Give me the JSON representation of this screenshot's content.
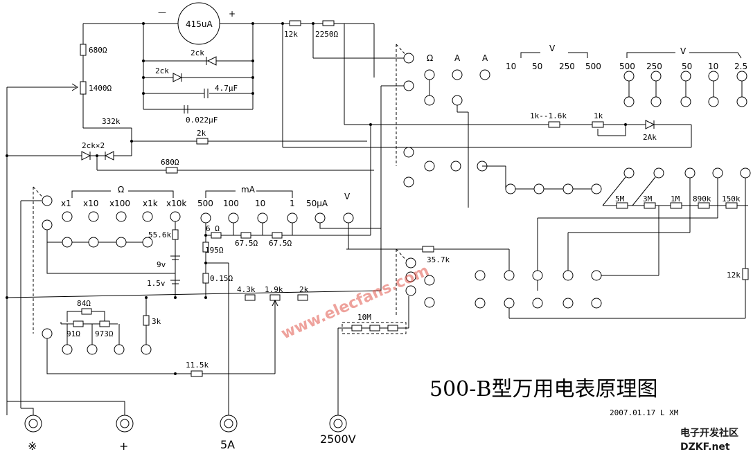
{
  "meter": {
    "label": "415uA",
    "minus": "—",
    "plus": "+"
  },
  "title": "500-B型万用电表原理图",
  "date_author": "2007.01.17   L XM",
  "watermark": "www.elecfans.com",
  "logo": {
    "cn": "电子开发社区",
    "en": "DZKF.net"
  },
  "components": {
    "r_680": "680Ω",
    "r_1400": "1400Ω",
    "r_12k": "12k",
    "r_2250": "2250Ω",
    "d_2ck_a": "2ck",
    "d_2ck_b": "2ck",
    "c_4_7": "4.7μF",
    "c_0022": "0.022μF",
    "r_332k": "332k",
    "r_2k_a": "2k",
    "d_2ckx2": "2ck×2",
    "r_680_b": "680Ω",
    "r_1k_16k": "1k--1.6k",
    "r_1k": "1k",
    "d_2ak": "2Ak",
    "r_56k": "55.6k",
    "bat_9v": "9v",
    "bat_15v": "1.5v",
    "r_6": "6 Ω",
    "r_195": "195Ω",
    "r_675_a": "67.5Ω",
    "r_675_b": "67.5Ω",
    "r_015": "0.15Ω",
    "r_43k": "4.3k",
    "r_19k": "1.9k",
    "r_2k_b": "2k",
    "r_84": "84Ω",
    "r_91": "91Ω",
    "r_973": "973Ω",
    "r_3k": "3k",
    "r_115k": "11.5k",
    "r_10m": "10M",
    "r_357k": "35.7k",
    "r_5m": "5M",
    "r_3m": "3M",
    "r_1m": "1M",
    "r_890k": "890k",
    "r_150k": "150k",
    "r_12k_b": "12k"
  },
  "switch_top": {
    "ohm": "Ω",
    "acA": "A",
    "dcA": "A",
    "acV": "V",
    "acV_ranges": [
      "10",
      "50",
      "250",
      "500"
    ],
    "dcV": "V",
    "dcV_ranges": [
      "500",
      "250",
      "50",
      "10",
      "2.5"
    ]
  },
  "switch_bottom": {
    "ohm": "Ω",
    "ohm_ranges": [
      "x1",
      "x10",
      "x100",
      "x1k",
      "x10k"
    ],
    "mA": "mA",
    "mA_ranges": [
      "500",
      "100",
      "10",
      "1"
    ],
    "uA": "50μA",
    "V": "V"
  },
  "terminals": [
    "※",
    "+",
    "5A",
    "2500V"
  ]
}
